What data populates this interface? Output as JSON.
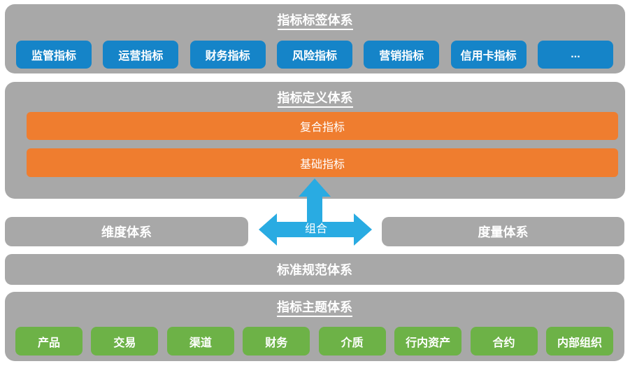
{
  "colors": {
    "section_bg": "#a8a8a8",
    "blue_button": "#1584c8",
    "orange_bar": "#ef7d2f",
    "green_button": "#6db247",
    "arrow": "#29abe2",
    "text": "#ffffff"
  },
  "sections": {
    "label_system": {
      "title": "指标标签体系",
      "buttons": [
        "监管指标",
        "运营指标",
        "财务指标",
        "风险指标",
        "营销指标",
        "信用卡指标",
        "..."
      ]
    },
    "definition_system": {
      "title": "指标定义体系",
      "bars": [
        "复合指标",
        "基础指标"
      ]
    },
    "combination": {
      "arrow_label": "组合",
      "left_box": "维度体系",
      "right_box": "度量体系"
    },
    "standard_system": {
      "title": "标准规范体系"
    },
    "theme_system": {
      "title": "指标主题体系",
      "buttons": [
        "产品",
        "交易",
        "渠道",
        "财务",
        "介质",
        "行内资产",
        "合约",
        "内部组织"
      ]
    }
  }
}
